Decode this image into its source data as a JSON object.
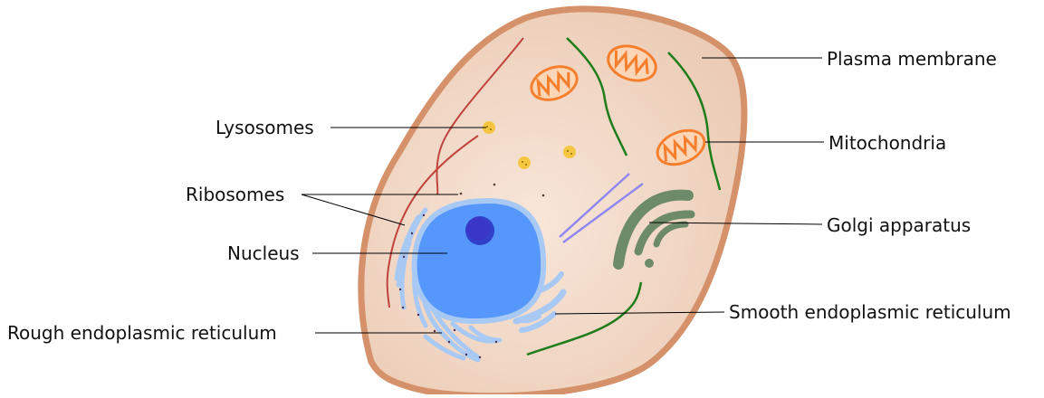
{
  "labels": {
    "plasma_membrane": "Plasma membrane",
    "mitochondria": "Mitochondria",
    "golgi_apparatus": "Golgi apparatus",
    "smooth_er": "Smooth endoplasmic reticulum",
    "lysosomes": "Lysosomes",
    "ribosomes": "Ribosomes",
    "nucleus": "Nucleus",
    "rough_er": "Rough endoplasmic reticulum"
  },
  "colors": {
    "membrane": "#d4916a",
    "cytoplasm": "#f3dccb",
    "nucleus": "#5597fb",
    "nuclear_envelope": "#a9c9f5",
    "nucleolus": "#3240c9",
    "mitochondria": "#f57f2c",
    "golgi": "#6e8b69",
    "er": "#a9c9f5",
    "cytoskeleton_red": "#c0433c",
    "cytoskeleton_green": "#1f7d1a",
    "cytoskeleton_blue": "#8f88f2",
    "lysosome": "#f5c642",
    "leader_line": "#000000"
  }
}
